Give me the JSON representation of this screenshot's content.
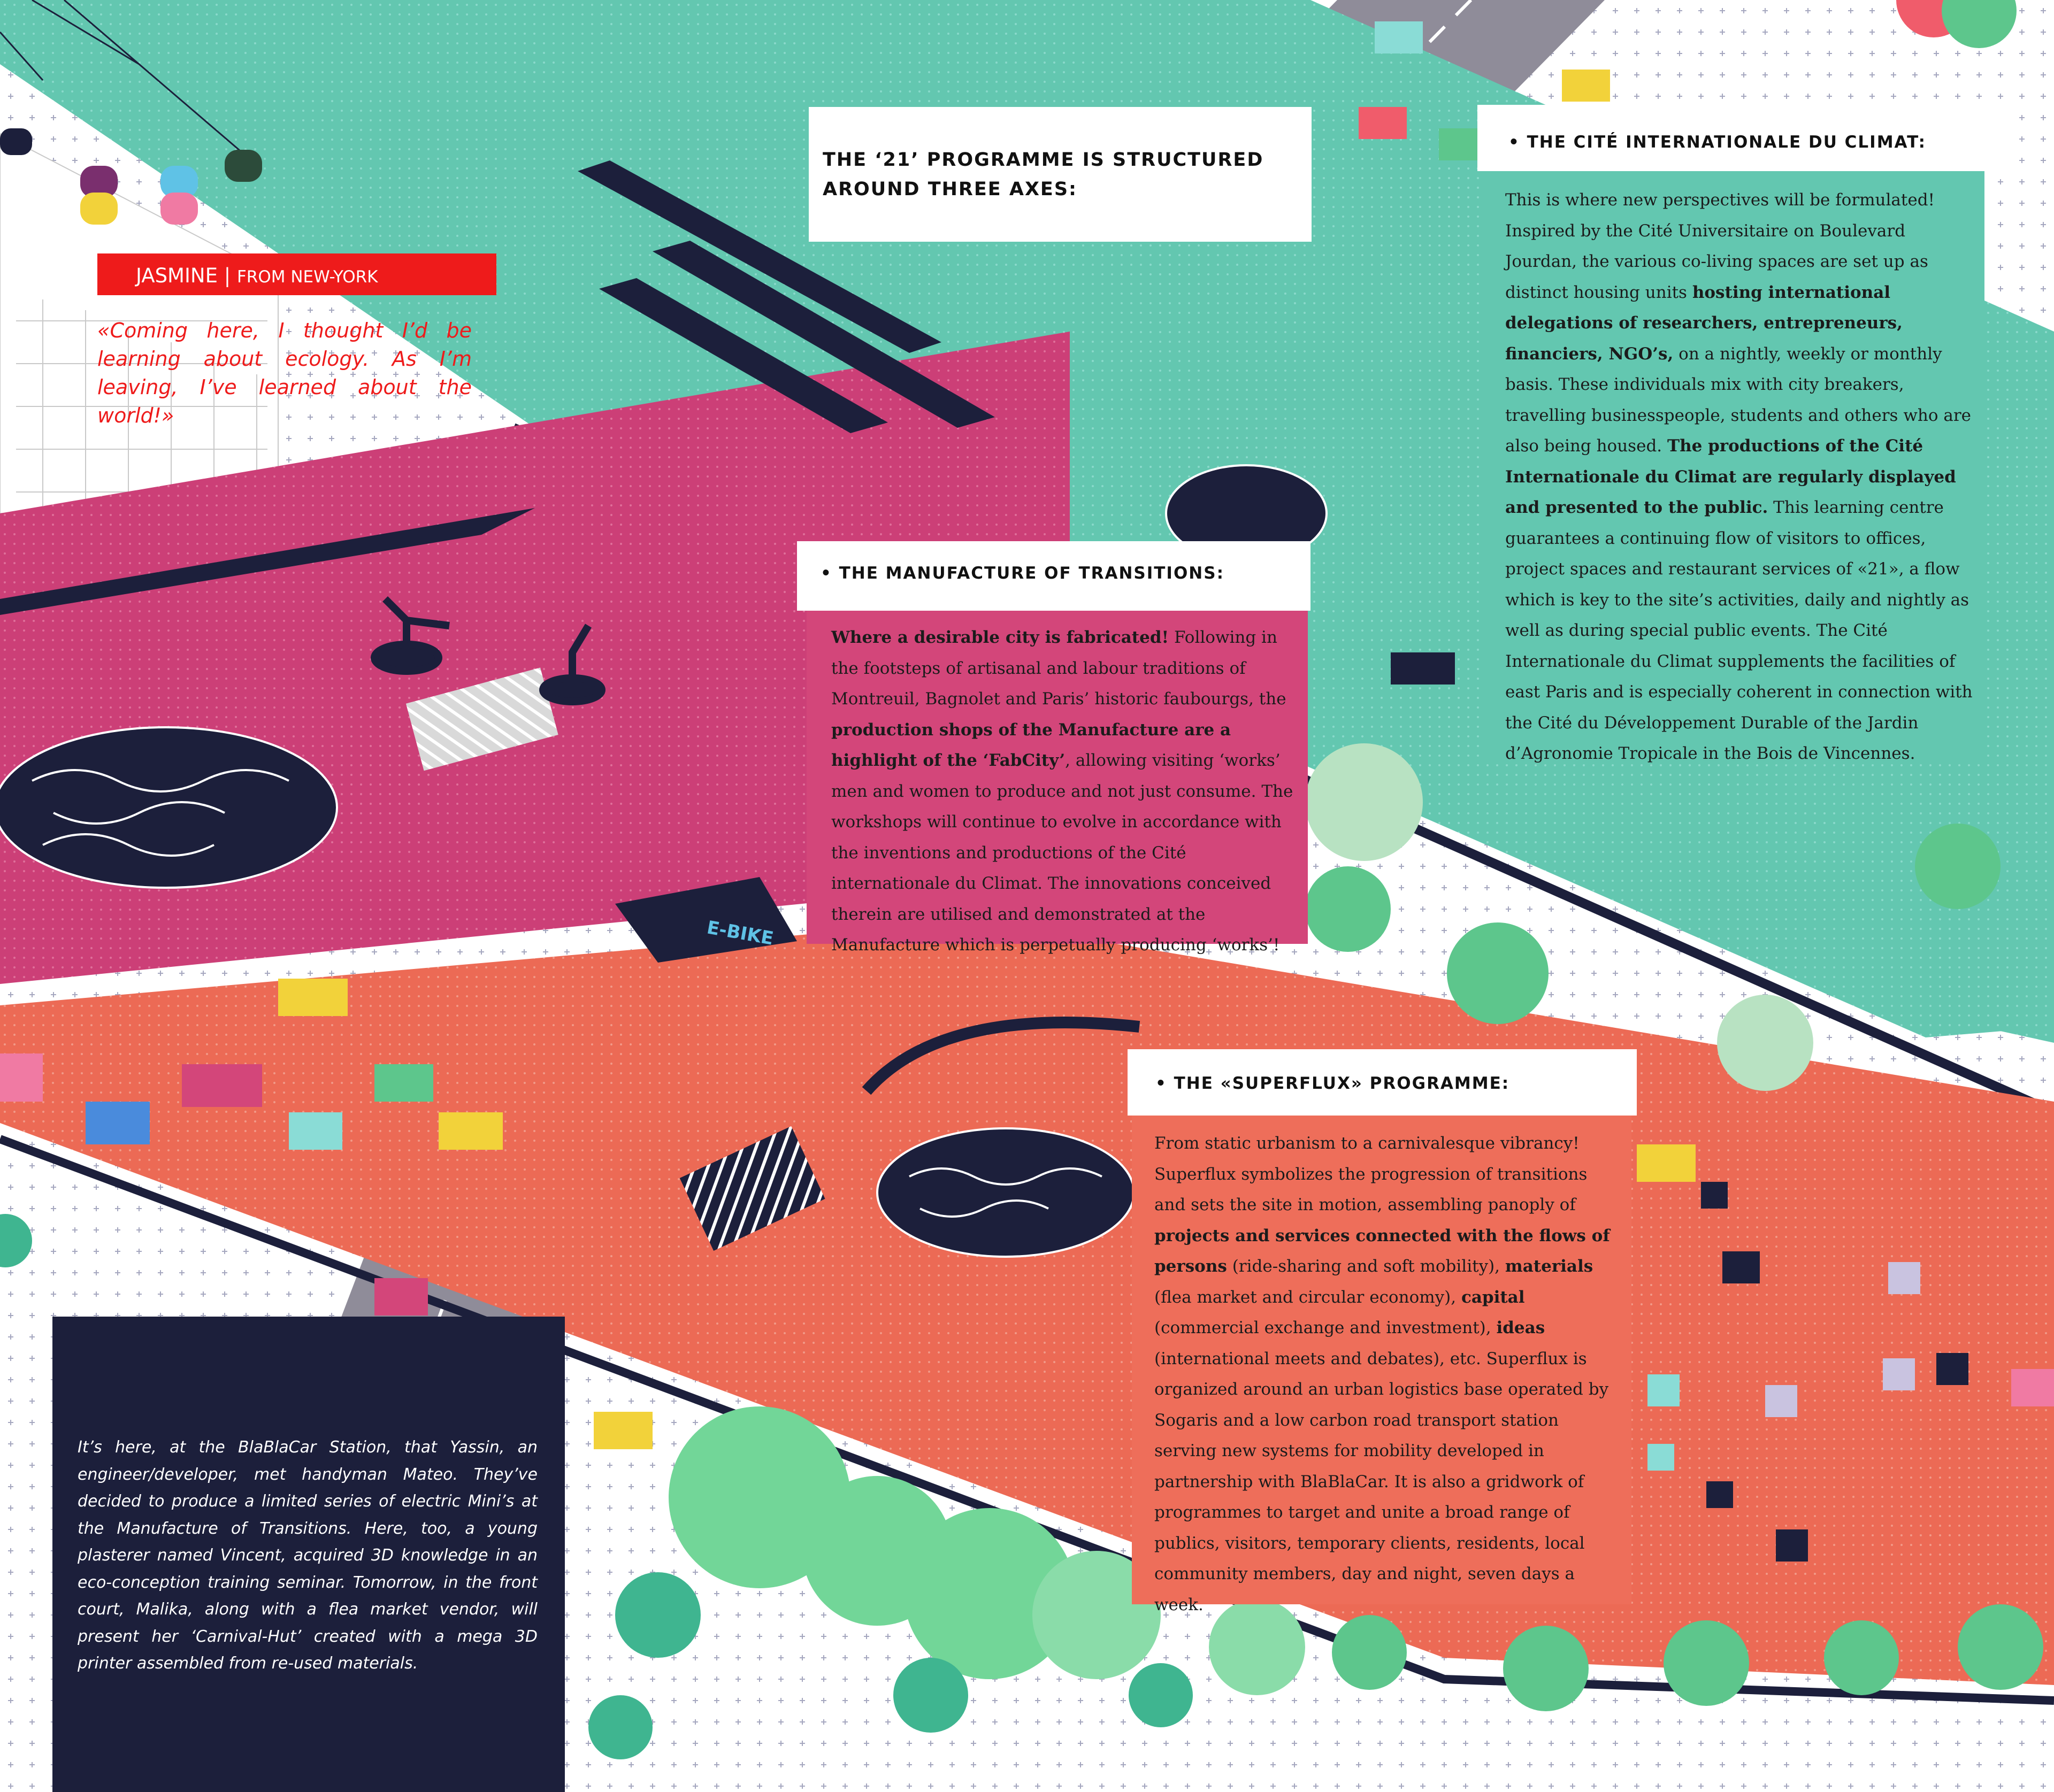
{
  "palette": {
    "teal": "#63c7b0",
    "pink": "#d3467a",
    "coral": "#ee6e5a",
    "navy": "#1c1f3b",
    "red": "#ee1b1b",
    "road": "#8f8c99"
  },
  "intro": {
    "line1": "THE ‘21’ PROGRAMME IS STRUCTURED",
    "line2": "AROUND THREE AXES:"
  },
  "manufacture": {
    "title": "• THE MANUFACTURE OF TRANSITIONS:",
    "body": [
      {
        "b": "Where a desirable city is fabricated!",
        "t": " Following in the footsteps of artisanal and labour traditions of Montreuil, Bagnolet and Paris’ historic faubourgs, the "
      },
      {
        "b": "production shops of the Manufacture are a highlight of the ‘FabCity’",
        "t": ", allowing visiting ‘works’ men and women to produce and not just consume. The workshops will continue to evolve in accordance with the inventions and productions of the Cité internationale du Climat. The innovations conceived therein are utilised and demonstrated at the Manufacture which is perpetually producing ‘works’!"
      }
    ]
  },
  "cite": {
    "title": "• THE CITÉ INTERNATIONALE DU CLIMAT:",
    "body": [
      {
        "b": "",
        "t": "This is where new perspectives will be formulated! Inspired by the Cité Universitaire on Boulevard Jourdan, the various co-living spaces are set up as distinct housing units "
      },
      {
        "b": "hosting international delegations of researchers, entrepreneurs, financiers, NGO’s,",
        "t": " on a nightly, weekly or monthly basis. These individuals mix with city breakers, travelling businesspeople, students and others who are also being housed. "
      },
      {
        "b": "The productions of the Cité Internationale du Climat are regularly displayed and presented to the public.",
        "t": " This learning centre guarantees a continuing flow of visitors to offices, project spaces and restaurant services of «21», a flow which is key to the site’s activities, daily and nightly as well as during special public events. The Cité Internationale du Climat supplements the facilities of east Paris and is especially coherent in connection with the Cité du Développement Durable of the Jardin d’Agronomie Tropicale in the Bois de Vincennes."
      }
    ]
  },
  "superflux": {
    "title": "• THE «SUPERFLUX» PROGRAMME:",
    "body": [
      {
        "b": "",
        "t": "From static urbanism to a carnivalesque vibrancy! Superflux symbolizes the progression of transitions and sets the site in motion, assembling panoply of "
      },
      {
        "b": "projects and services connected with the flows of persons",
        "t": " (ride-sharing and soft mobility), "
      },
      {
        "b": "materials",
        "t": " (flea market and circular economy), "
      },
      {
        "b": "capital",
        "t": " (commercial exchange and investment), "
      },
      {
        "b": "ideas",
        "t": " (international meets and debates), etc. Superflux is organized around an urban logistics base operated by Sogaris and a low carbon road transport station serving new systems for mobility developed in partnership with BlaBlaCar. It is also a gridwork of programmes to target and unite a broad range of publics, visitors, temporary clients, residents, local community members, day and night, seven days a week."
      }
    ]
  },
  "jasmine": {
    "name": "JASMINE",
    "separator": " | ",
    "from": "FROM NEW-YORK",
    "quote": "«Coming here, I thought I’d be learning about ecology. As I’m leaving, I’ve learned about the world!»"
  },
  "story": {
    "text": "It’s here, at the BlaBlaCar Station, that Yassin, an engineer/developer, met handyman Mateo. They’ve decided to produce a limited series of electric Mini’s at the Manufacture of Transitions. Here, too, a young plasterer named Vincent, acquired 3D knowledge in an eco-conception training seminar. Tomorrow, in the front court, Malika, along with a flea market vendor, will present her ‘Carnival-Hut’ created with a mega 3D printer assembled from re-used materials."
  },
  "signs": {
    "ebike": "E-BIKE"
  }
}
